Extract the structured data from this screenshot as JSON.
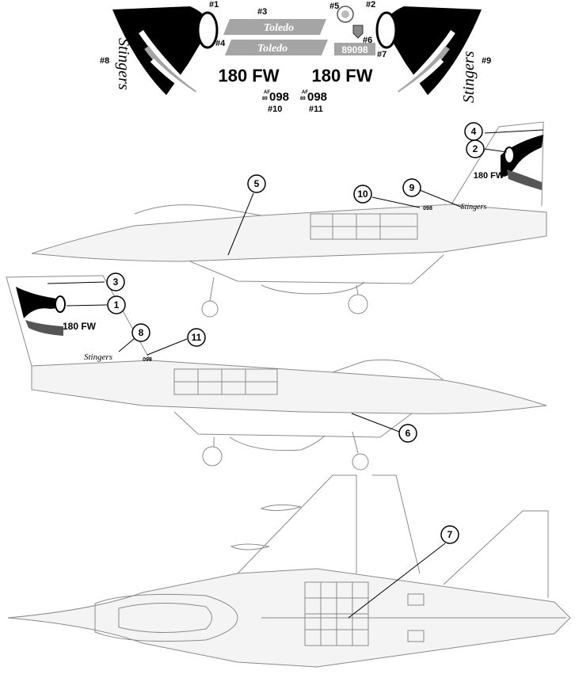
{
  "decal_sheet": {
    "labels": [
      "#1",
      "#2",
      "#3",
      "#4",
      "#5",
      "#6",
      "#7",
      "#8",
      "#9",
      "#10",
      "#11"
    ],
    "tail_band_text": "Toledo",
    "unit_text": "180 FW",
    "script_text": "Stingers",
    "serial_text": "89098",
    "af_prefix_top": "AF",
    "af_prefix_bottom": "89",
    "serial_short": "098"
  },
  "callouts": [
    "1",
    "2",
    "3",
    "4",
    "5",
    "6",
    "7",
    "8",
    "9",
    "10",
    "11"
  ],
  "colors": {
    "ink": "#000000",
    "gray": "#a5a5a5",
    "outline": "#8a8a8a"
  }
}
